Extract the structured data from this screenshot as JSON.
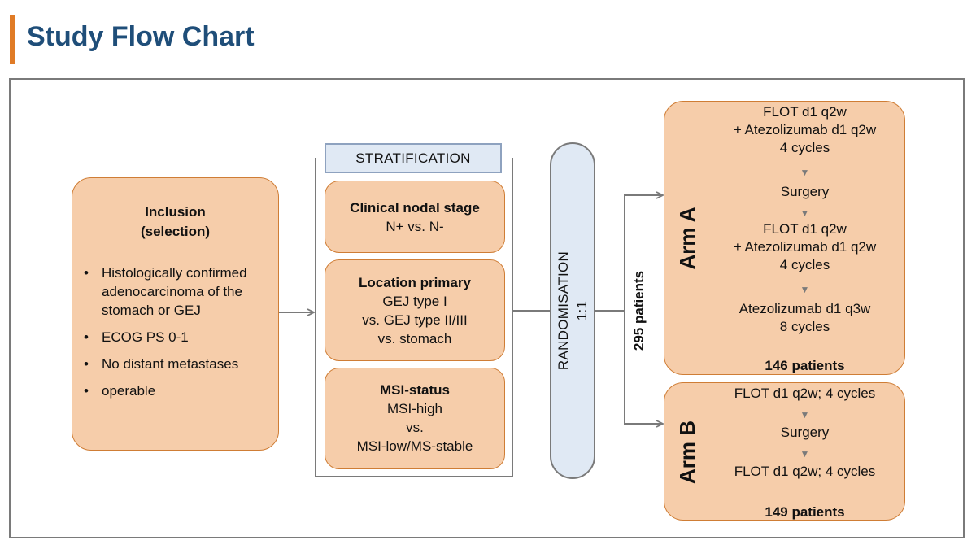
{
  "title": "Study Flow Chart",
  "colors": {
    "accent": "#e07b26",
    "title_text": "#1f4e79",
    "box_fill": "#f6cdaa",
    "box_border": "#cf7d35",
    "blue_fill": "#e0e9f4",
    "line": "#7a7a7a"
  },
  "inclusion": {
    "title_line1": "Inclusion",
    "title_line2": "(selection)",
    "bullet": "•",
    "items": [
      "Histologically confirmed adenocarcinoma of the stomach or GEJ",
      "ECOG PS 0-1",
      "No distant metastases",
      "operable"
    ]
  },
  "stratification": {
    "header": "STRATIFICATION",
    "boxes": [
      {
        "title": "Clinical nodal stage",
        "lines": [
          "N+ vs. N-"
        ]
      },
      {
        "title": "Location primary",
        "lines": [
          "GEJ type I",
          "vs. GEJ type II/III",
          "vs. stomach"
        ]
      },
      {
        "title": "MSI-status",
        "lines": [
          "MSI-high",
          "vs.",
          "MSI-low/MS-stable"
        ]
      }
    ]
  },
  "randomisation": {
    "line1": "RANDOMISATION",
    "line2": "1:1"
  },
  "total_patients": "295 patients",
  "arm_a": {
    "label": "Arm A",
    "steps": [
      [
        "FLOT d1 q2w",
        "+ Atezolizumab d1 q2w",
        "4 cycles"
      ],
      [
        "Surgery"
      ],
      [
        "FLOT d1 q2w",
        "+ Atezolizumab d1 q2w",
        "4 cycles"
      ],
      [
        "Atezolizumab d1 q3w",
        "8 cycles"
      ]
    ],
    "patients": "146 patients"
  },
  "arm_b": {
    "label": "Arm B",
    "steps": [
      [
        "FLOT d1 q2w; 4 cycles"
      ],
      [
        "Surgery"
      ],
      [
        "FLOT d1 q2w; 4 cycles"
      ]
    ],
    "patients": "149 patients"
  },
  "arrow_glyph": "▼"
}
